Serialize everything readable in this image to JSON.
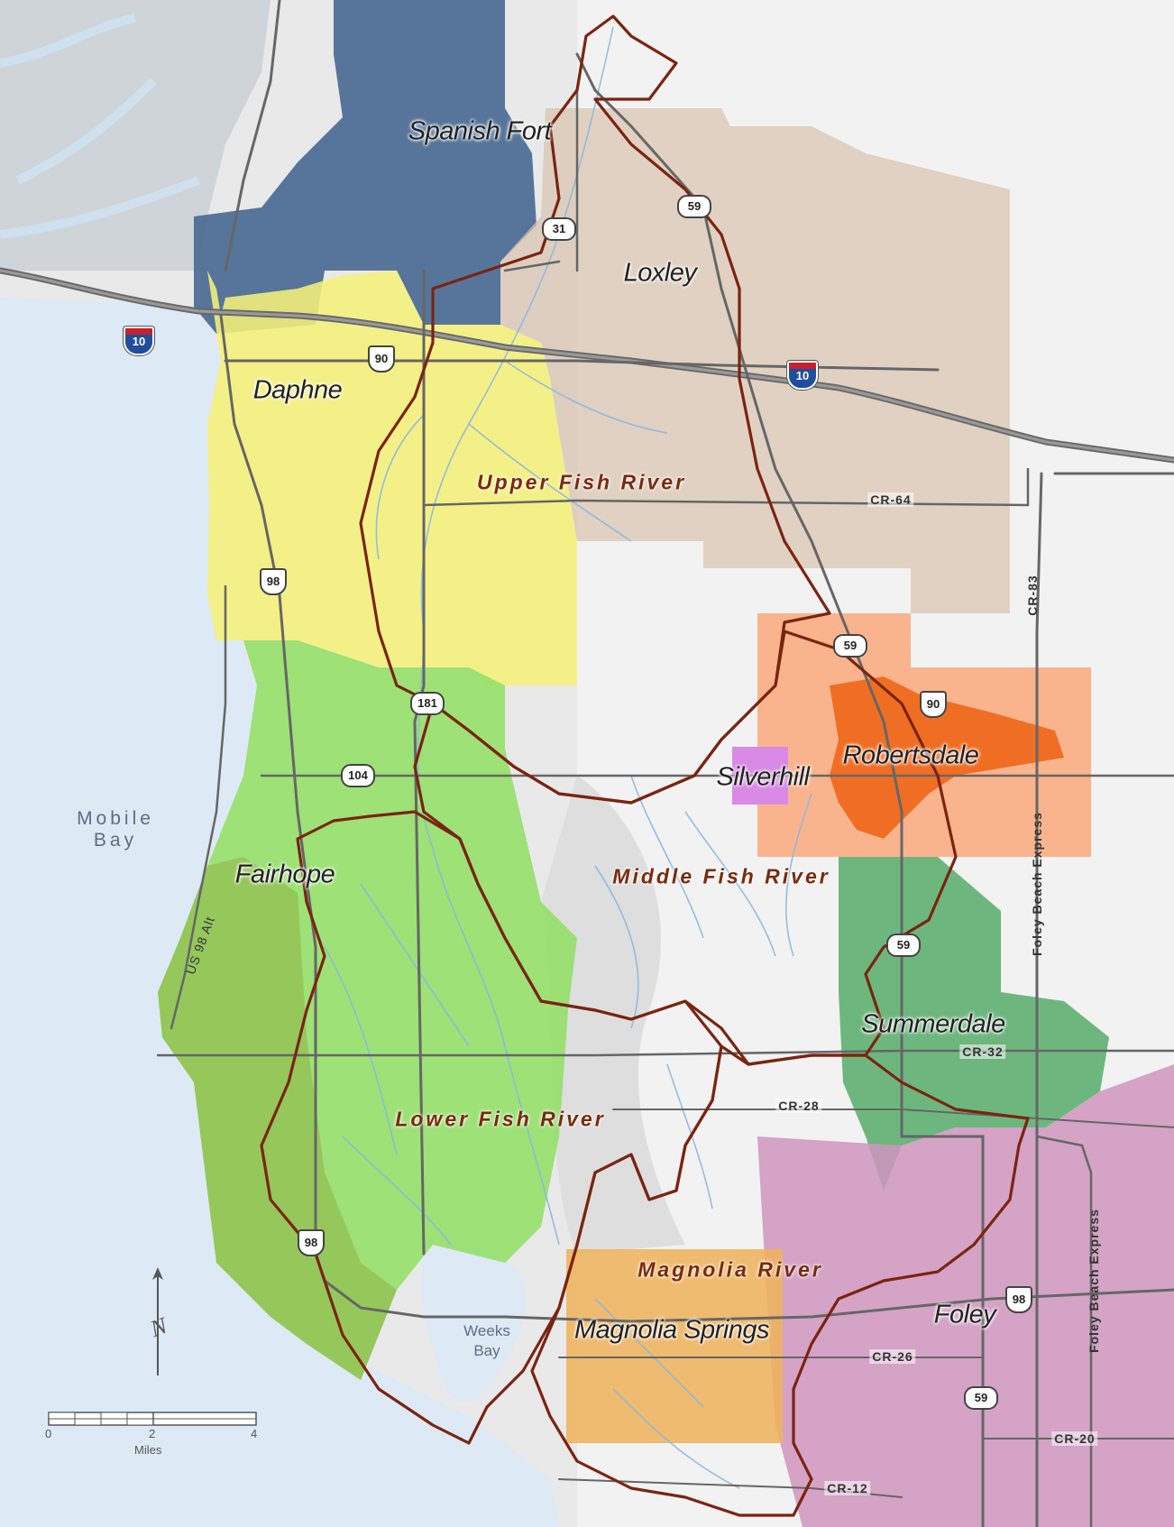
{
  "places": {
    "spanish_fort": "Spanish Fort",
    "loxley": "Loxley",
    "daphne": "Daphne",
    "fairhope": "Fairhope",
    "silverhill": "Silverhill",
    "robertsdale": "Robertsdale",
    "summerdale": "Summerdale",
    "magnolia_springs": "Magnolia Springs",
    "foley": "Foley"
  },
  "watersheds": {
    "upper": "Upper Fish River",
    "middle": "Middle Fish River",
    "lower": "Lower Fish River",
    "magnolia": "Magnolia River"
  },
  "water": {
    "mobile": "Mobile",
    "bay": "Bay",
    "weeks": "Weeks",
    "weeks_bay": "Bay"
  },
  "roads": {
    "cr64": "CR-64",
    "cr83": "CR-83",
    "cr32": "CR-32",
    "cr28": "CR-28",
    "cr26": "CR-26",
    "cr20": "CR-20",
    "cr12": "CR-12",
    "foley_beach_1": "Foley Beach Express",
    "foley_beach_2": "Foley Beach Express",
    "us98alt": "US 98 Alt"
  },
  "shields": {
    "i10_west": "10",
    "i10_east": "10",
    "us90_west": "90",
    "us90_east": "90",
    "us98_north": "98",
    "us98_south": "98",
    "us98_east": "98",
    "sr31": "31",
    "sr59_1": "59",
    "sr59_2": "59",
    "sr59_3": "59",
    "sr59_4": "59",
    "sr181": "181",
    "sr104": "104"
  },
  "scale_bar": {
    "tick_0": "0",
    "tick_2": "2",
    "tick_4": "4",
    "unit": "Miles"
  },
  "north_arrow": "N",
  "colors": {
    "bay_water": "#dde9f5",
    "spanish_fort": "#4a6a93",
    "loxley": "#d8c4b0",
    "daphne": "#f5f07a",
    "fairhope": "#8fdf63",
    "robertsdale_extent": "#f9ad82",
    "robertsdale_core": "#ef6a1e",
    "silverhill": "#d98ae6",
    "summerdale": "#56ad6a",
    "foley": "#cf95be",
    "magnolia_springs": "#eeb35d",
    "watershed_boundary": "#7a2410",
    "streams": "#8cb8de",
    "roads": "#666666"
  }
}
